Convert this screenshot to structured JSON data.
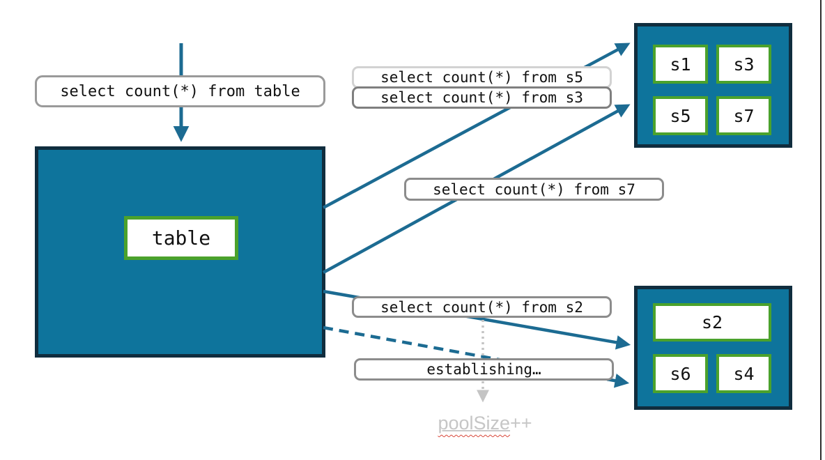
{
  "queries": {
    "table": "select count(*) from table",
    "s5": "select count(*) from s5",
    "s3": "select count(*) from s3",
    "s7": "select count(*) from s7",
    "s2": "select count(*) from s2"
  },
  "status": {
    "establishing": "establishing…",
    "pool_size_word": "poolSize",
    "pool_size_suffix": "++"
  },
  "table_box": {
    "label": "table"
  },
  "shard_groups": {
    "top": [
      "s1",
      "s3",
      "s5",
      "s7"
    ],
    "bottom": [
      "s2",
      "s6",
      "s4"
    ]
  },
  "colors": {
    "teal_fill": "#0e749c",
    "dark_border": "#102d3e",
    "green_border": "#4ba22c",
    "arrow_blue": "#1c6b92",
    "label_border": "#8c8c8c",
    "label_border_light": "#d2d2d2",
    "muted_text": "#c6c6c6",
    "spellcheck_red": "#d9473a"
  }
}
